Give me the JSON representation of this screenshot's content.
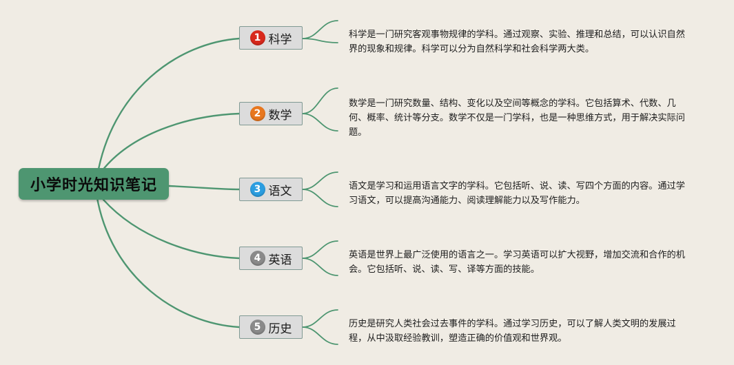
{
  "central": {
    "title": "小学时光知识笔记"
  },
  "colors": {
    "line": "#4e9671",
    "central_bg": "#4e9671",
    "badge_1": "#d8291c",
    "badge_2": "#e8771f",
    "badge_3": "#2b9de0",
    "badge_4": "#8a8a8a",
    "badge_5": "#8a8a8a"
  },
  "topics": [
    {
      "number": "1",
      "label": "科学",
      "description": "科学是一门研究客观事物规律的学科。通过观察、实验、推理和总结，可以认识自然界的现象和规律。科学可以分为自然科学和社会科学两大类。"
    },
    {
      "number": "2",
      "label": "数学",
      "description": "数学是一门研究数量、结构、变化以及空间等概念的学科。它包括算术、代数、几何、概率、统计等分支。数学不仅是一门学科，也是一种思维方式，用于解决实际问题。"
    },
    {
      "number": "3",
      "label": "语文",
      "description": "语文是学习和运用语言文字的学科。它包括听、说、读、写四个方面的内容。通过学习语文，可以提高沟通能力、阅读理解能力以及写作能力。"
    },
    {
      "number": "4",
      "label": "英语",
      "description": "英语是世界上最广泛使用的语言之一。学习英语可以扩大视野，增加交流和合作的机会。它包括听、说、读、写、译等方面的技能。"
    },
    {
      "number": "5",
      "label": "历史",
      "description": "历史是研究人类社会过去事件的学科。通过学习历史，可以了解人类文明的发展过程，从中汲取经验教训，塑造正确的价值观和世界观。"
    }
  ]
}
